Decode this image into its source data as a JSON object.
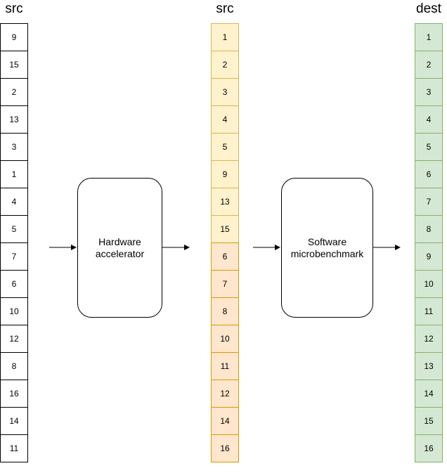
{
  "columns": {
    "src_left": {
      "title": "src",
      "values": [
        "9",
        "15",
        "2",
        "13",
        "3",
        "1",
        "4",
        "5",
        "7",
        "6",
        "10",
        "12",
        "8",
        "16",
        "14",
        "11"
      ]
    },
    "src_mid": {
      "title": "src",
      "values": [
        "1",
        "2",
        "3",
        "4",
        "5",
        "9",
        "13",
        "15",
        "6",
        "7",
        "8",
        "10",
        "11",
        "12",
        "14",
        "16"
      ],
      "highlight_first": 8
    },
    "dest": {
      "title": "dest",
      "values": [
        "1",
        "2",
        "3",
        "4",
        "5",
        "6",
        "7",
        "8",
        "9",
        "10",
        "11",
        "12",
        "13",
        "14",
        "15",
        "16"
      ]
    }
  },
  "boxes": {
    "hardware": {
      "line1": "Hardware",
      "line2": "accelerator"
    },
    "software": {
      "line1": "Software",
      "line2": "microbenchmark"
    }
  },
  "colors": {
    "sorted_fill": "#fff2cc",
    "sorted_stroke": "#d6b656",
    "rest_fill": "#ffe6cc",
    "rest_stroke": "#d79b00",
    "dest_fill": "#d5e8d4",
    "dest_stroke": "#82b366"
  }
}
